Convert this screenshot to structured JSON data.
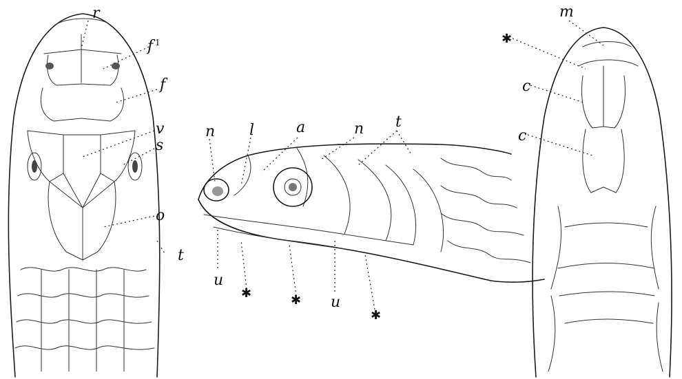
{
  "figure": {
    "labels": {
      "dorsal_r": "r",
      "dorsal_f1": "f",
      "dorsal_f1_sup": "1",
      "dorsal_f": "f",
      "dorsal_v": "v",
      "dorsal_s": "s",
      "dorsal_o": "o",
      "dorsal_t": "t",
      "lateral_n_left": "n",
      "lateral_l": "l",
      "lateral_a": "a",
      "lateral_n_top": "n",
      "lateral_t": "t",
      "lateral_u_left": "u",
      "lateral_u_right": "u",
      "ventral_m": "m",
      "ventral_c_upper": "c",
      "ventral_c_lower": "c"
    },
    "star": "✱"
  }
}
